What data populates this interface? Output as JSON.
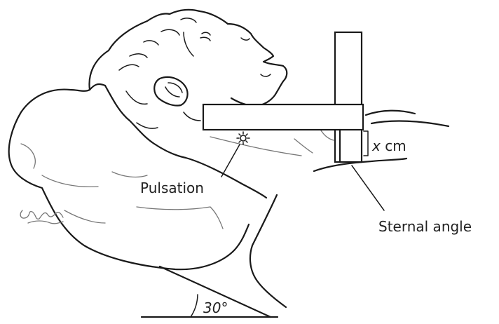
{
  "labels": {
    "pulsation": "Pulsation",
    "sternal_angle": "Sternal angle",
    "height_var": "x",
    "height_unit": " cm",
    "angle": "30°"
  }
}
